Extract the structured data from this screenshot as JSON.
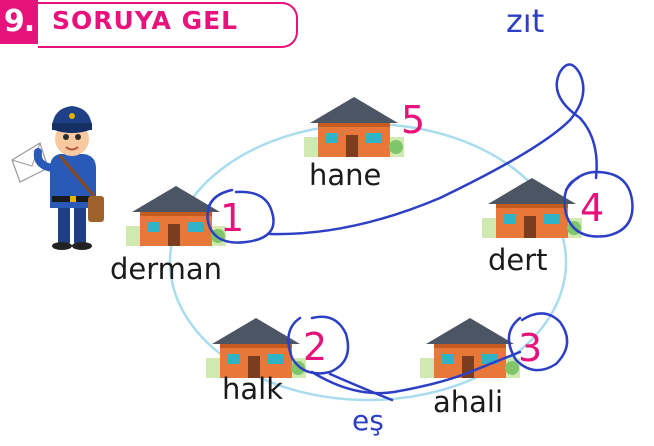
{
  "header": {
    "number": "9.",
    "title": "SORUYA GEL"
  },
  "houses": [
    {
      "word": "derman",
      "number": "1"
    },
    {
      "word": "halk",
      "number": "2"
    },
    {
      "word": "ahali",
      "number": "3"
    },
    {
      "word": "dert",
      "number": "4"
    },
    {
      "word": "hane",
      "number": "5"
    }
  ],
  "annotations": {
    "opposite": "zıt",
    "same": "eş"
  },
  "colors": {
    "accent": "#e8127c",
    "ink": "#2d3fc4",
    "ring": "#a9dcee"
  }
}
